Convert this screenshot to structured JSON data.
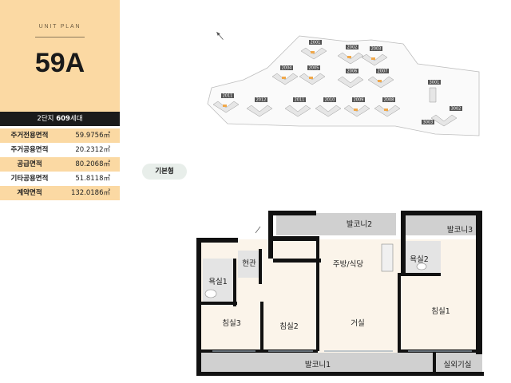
{
  "unit": {
    "label": "UNIT PLAN",
    "code": "59A"
  },
  "complex": {
    "name": "2단지",
    "households": "609",
    "households_suffix": "세대"
  },
  "areas": [
    {
      "label": "주거전용면적",
      "value": "59.9756㎡"
    },
    {
      "label": "주거공용면적",
      "value": "20.2312㎡"
    },
    {
      "label": "공급면적",
      "value": "80.2068㎡"
    },
    {
      "label": "기타공용면적",
      "value": "51.8118㎡"
    },
    {
      "label": "계약면적",
      "value": "132.0186㎡"
    }
  ],
  "plan_type": "기본형",
  "site_plan": {
    "buildings": [
      "2001",
      "2002",
      "2003",
      "2004",
      "2005",
      "2006",
      "2007",
      "2011",
      "2012",
      "2011",
      "2010",
      "2009",
      "2008",
      "3001",
      "3002",
      "3003"
    ]
  },
  "rooms": {
    "balcony2": "발코니2",
    "balcony3": "발코니3",
    "entrance": "현관",
    "kitchen": "주방/식당",
    "bath2": "욕실2",
    "bath1": "욕실1",
    "bedroom1": "침실1",
    "bedroom3": "침실3",
    "bedroom2": "침실2",
    "living": "거실",
    "balcony1": "발코니1",
    "outdoor_unit_room": "실외기실"
  },
  "colors": {
    "accent": "#fbd9a3",
    "dark": "#1b1b1b",
    "highlight_unit": "#f0a84a"
  }
}
